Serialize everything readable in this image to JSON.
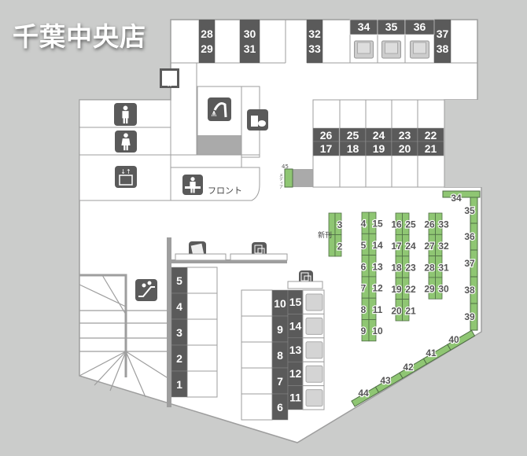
{
  "title": "千葉中央店",
  "front_label": "フロント",
  "new_label": "新刊",
  "media_number": "45",
  "media_label": "メディア",
  "top_booths": [
    [
      "28",
      "29"
    ],
    [
      "30",
      "31"
    ],
    [
      "32",
      "33"
    ],
    [
      "37",
      "38"
    ]
  ],
  "chair_booths": [
    "34",
    "35",
    "36"
  ],
  "center_booths": {
    "top": [
      "26",
      "25",
      "24",
      "23",
      "22"
    ],
    "bottom": [
      "17",
      "18",
      "19",
      "20",
      "21"
    ]
  },
  "left_booths": [
    "5",
    "4",
    "3",
    "2",
    "1"
  ],
  "middle_booths": {
    "outer": [
      "10",
      "9",
      "8",
      "7",
      "6"
    ],
    "inner": [
      "15",
      "14",
      "13",
      "12",
      "11"
    ]
  },
  "shelves": {
    "new": [
      "3",
      "2"
    ],
    "a_left": [
      "4",
      "5",
      "6",
      "7",
      "8",
      "9"
    ],
    "a_right": [
      "15",
      "14",
      "13",
      "12",
      "11",
      "10"
    ],
    "b_left": [
      "16",
      "17",
      "18",
      "19",
      "20"
    ],
    "b_right": [
      "25",
      "24",
      "23",
      "22",
      "21"
    ],
    "c_left": [
      "26",
      "27",
      "28",
      "29"
    ],
    "c_right": [
      "33",
      "32",
      "31",
      "30"
    ],
    "wall": [
      "34",
      "35",
      "36",
      "37",
      "38",
      "39"
    ],
    "diagonal": [
      "40",
      "41",
      "42",
      "43",
      "44"
    ]
  },
  "icons": [
    "emergency-exit-icon",
    "shower-icon",
    "drink-bar-icon",
    "mens-restroom-icon",
    "womens-restroom-icon",
    "elevator-icon",
    "reception-icon",
    "escalator-icon",
    "magazine-icon",
    "copy-icon"
  ],
  "colors": {
    "background": "#cbcccb",
    "floor": "#ffffff",
    "booth_dark": "#5a5a5a",
    "wall": "#9e9e9e",
    "shelf_green": "#8fc673",
    "shelf_border": "#4f6e45"
  }
}
